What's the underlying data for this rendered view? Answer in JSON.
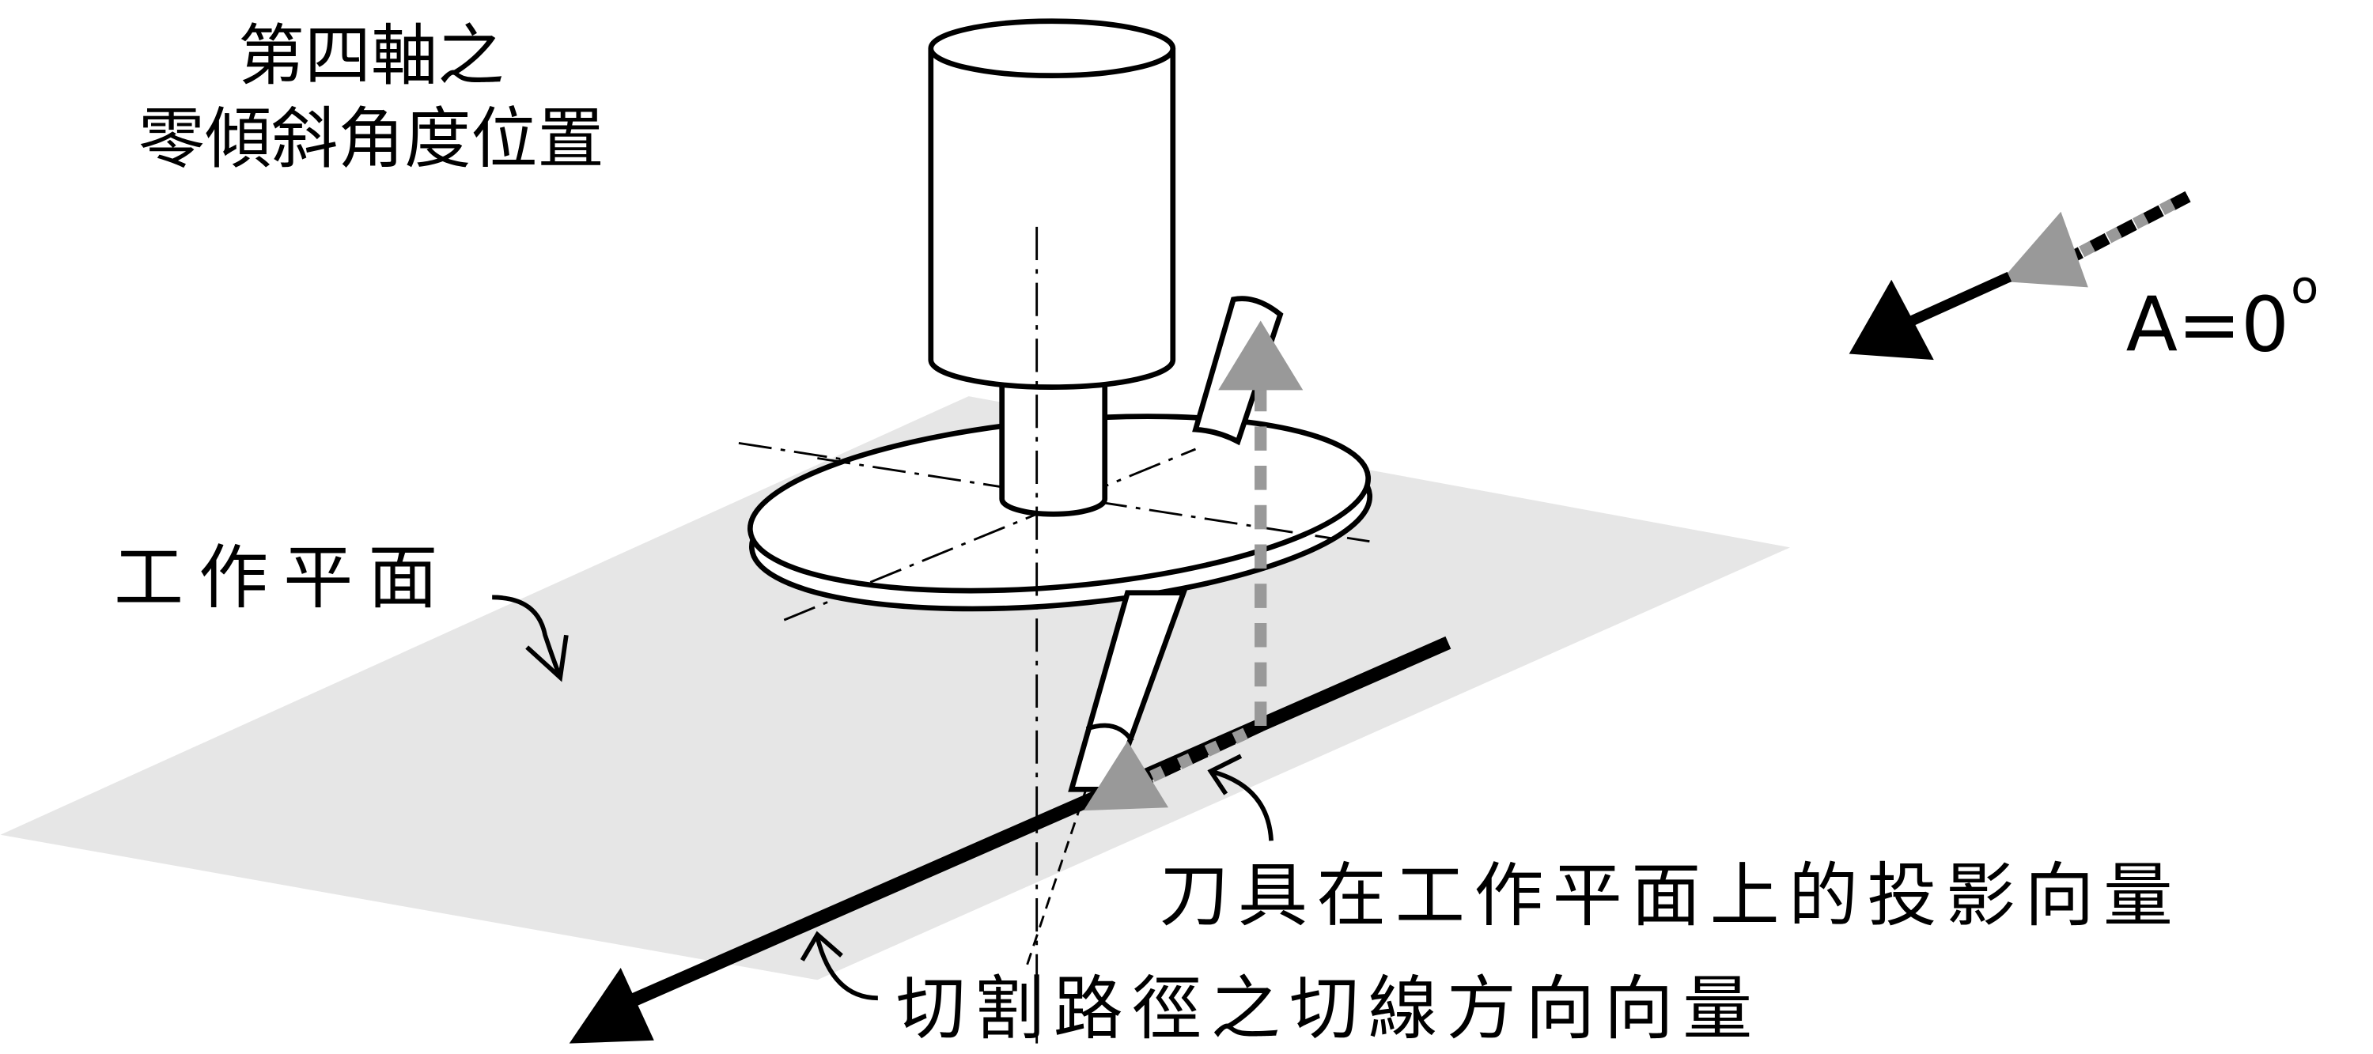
{
  "labels": {
    "zero_tilt_line1": "第四軸之",
    "zero_tilt_line2": "零傾斜角度位置",
    "angle": "A=0",
    "angle_degree": "o",
    "work_plane": "工作平面",
    "projection_vector": "刀具在工作平面上的投影向量",
    "tangent_vector": "切割路徑之切線方向向量"
  },
  "colors": {
    "plane": "#e6e6e6",
    "gray_arrow": "#999999",
    "line": "#000000"
  }
}
